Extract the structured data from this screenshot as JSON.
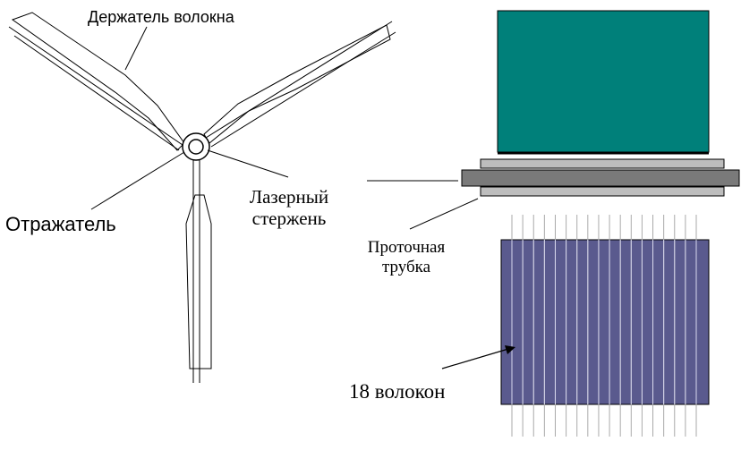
{
  "labels": {
    "fiber_holder": "Держатель волокна",
    "reflector": "Отражатель",
    "laser_rod_line1": "Лазерный",
    "laser_rod_line2": "стержень",
    "flow_tube_line1": "Проточная",
    "flow_tube_line2": "трубка",
    "fibers_count": "18 волокон"
  },
  "colors": {
    "laser_block": "#00807a",
    "fiber_panel": "#5a5a8e",
    "plate_dark": "#7a7a7a",
    "plate_light": "#bdbdbd"
  },
  "fiber_count": 18
}
